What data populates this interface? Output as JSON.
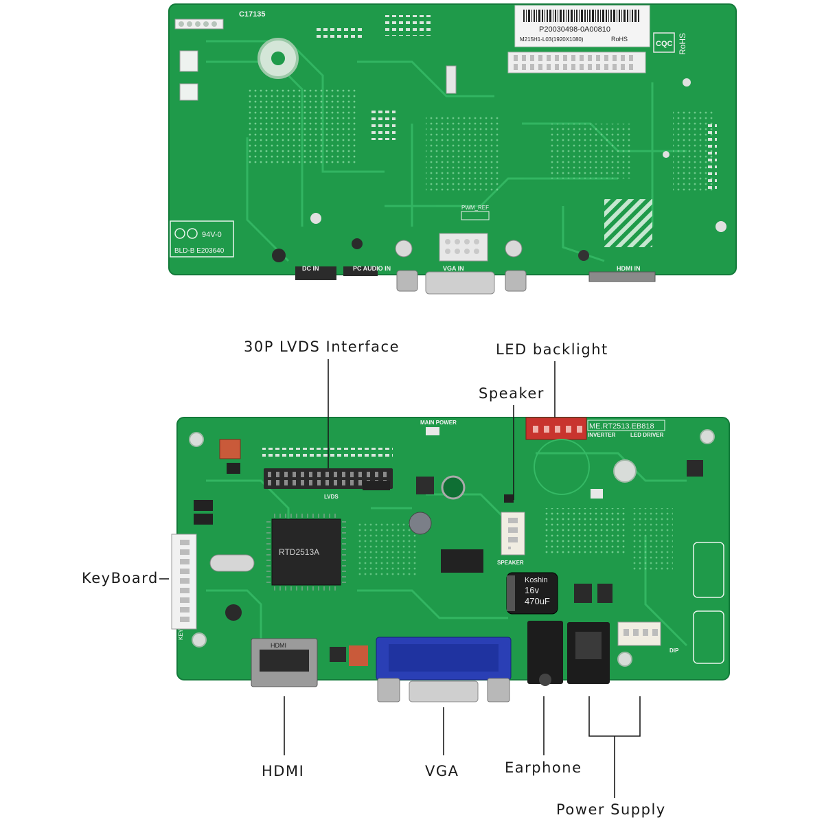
{
  "top_board": {
    "model_code": "C17135",
    "sticker_line1": "P20030498-0A00810",
    "sticker_line2": "M215H1-L03(1920X1080)",
    "sticker_rohs": "RoHS",
    "cqc_mark": "CQC",
    "rohs_mark": "RoHS",
    "ul_rating": "94V-0",
    "ul_file": "BLD-B E203640",
    "silk_dc_in": "DC IN",
    "silk_pc_audio": "PC AUDIO IN",
    "silk_vga": "VGA IN",
    "silk_hdmi": "HDMI IN",
    "silk_pwm": "PWM_REF"
  },
  "bottom_board": {
    "board_id": "ME.RT2513.EB818",
    "silk_main_power": "MAIN POWER",
    "silk_inverter": "INVERTER",
    "silk_led_driver": "LED DRIVER",
    "silk_lvds": "LVDS",
    "silk_speaker": "SPEAKER",
    "silk_key": "KEY",
    "chip_label": "RTD2513A",
    "cap_brand": "Koshin",
    "cap_voltage": "16v",
    "cap_value": "470uF",
    "silk_hdmi_conn": "HDMI",
    "silk_dip": "DIP"
  },
  "labels": {
    "lvds": "30P LVDS Interface",
    "led_backlight": "LED backlight",
    "speaker": "Speaker",
    "keyboard": "KeyBoard",
    "hdmi": "HDMI",
    "vga": "VGA",
    "earphone": "Earphone",
    "power_supply": "Power Supply"
  },
  "colors": {
    "pcb": "#1f9a4a",
    "pcb_dark": "#12763a",
    "trace": "#2fb35c",
    "vga_blue": "#2a3fb5",
    "connector_red": "#c8342e",
    "sticker": "#f4f4f4"
  }
}
